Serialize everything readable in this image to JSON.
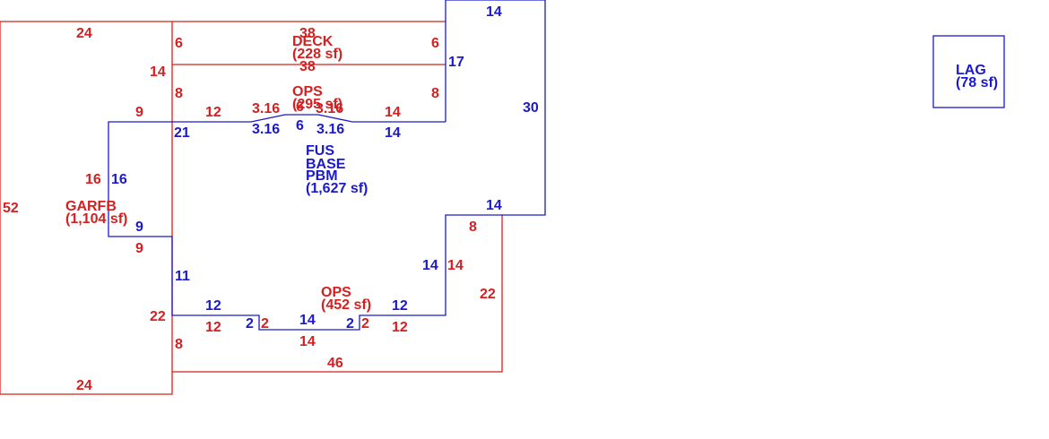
{
  "colors": {
    "red": "#d42020",
    "blue": "#1a1acc"
  },
  "areas": {
    "deck": {
      "name": "DECK",
      "area": "(228 sf)",
      "overlay": "38"
    },
    "ops_top": {
      "name": "OPS",
      "area": "(295 sf)"
    },
    "fus": {
      "line1": "FUS",
      "line2": "BASE",
      "line3": "PBM",
      "area": "(1,627 sf)"
    },
    "garfb": {
      "name": "GARFB",
      "area": "(1,104 sf)"
    },
    "ops_bottom": {
      "name": "OPS",
      "area": "(452 sf)"
    },
    "lag": {
      "name": "LAG",
      "area": "(78 sf)"
    }
  },
  "dims": {
    "garfb_top": "24",
    "garfb_left": "52",
    "garfb_bottom": "24",
    "deck_top": "38",
    "deck_left": "6",
    "deck_right": "6",
    "deck_bottom": "38",
    "ops_top_left_outer": "14",
    "ops_top_left": "8",
    "ops_top_right": "8",
    "ops_top_step_a": "3.16",
    "ops_top_mid": "6",
    "ops_top_step_b": "3.16",
    "red_9_top": "9",
    "red_12_top": "12",
    "red_14_top": "14",
    "fus_top_right": "14",
    "fus_right_upper": "17",
    "fus_right": "30",
    "fus_right_lower": "14",
    "fus_21": "21",
    "fus_step_a": "3.16",
    "fus_mid": "6",
    "fus_step_b": "3.16",
    "fus_14_top": "14",
    "garfb_16": "16",
    "fus_16": "16",
    "fus_9": "9",
    "garfb_9": "9",
    "fus_11": "11",
    "garfb_22": "22",
    "garfb_8": "8",
    "fus_12_left": "12",
    "ops_12_left": "12",
    "fus_2_left": "2",
    "ops_2_left": "2",
    "fus_14_bottom": "14",
    "ops_14_bottom": "14",
    "fus_2_right": "2",
    "ops_2_right": "2",
    "fus_12_right": "12",
    "ops_12_right": "12",
    "fus_14_right": "14",
    "ops_14_right": "14",
    "ops_8": "8",
    "ops_22": "22",
    "ops_46": "46"
  }
}
